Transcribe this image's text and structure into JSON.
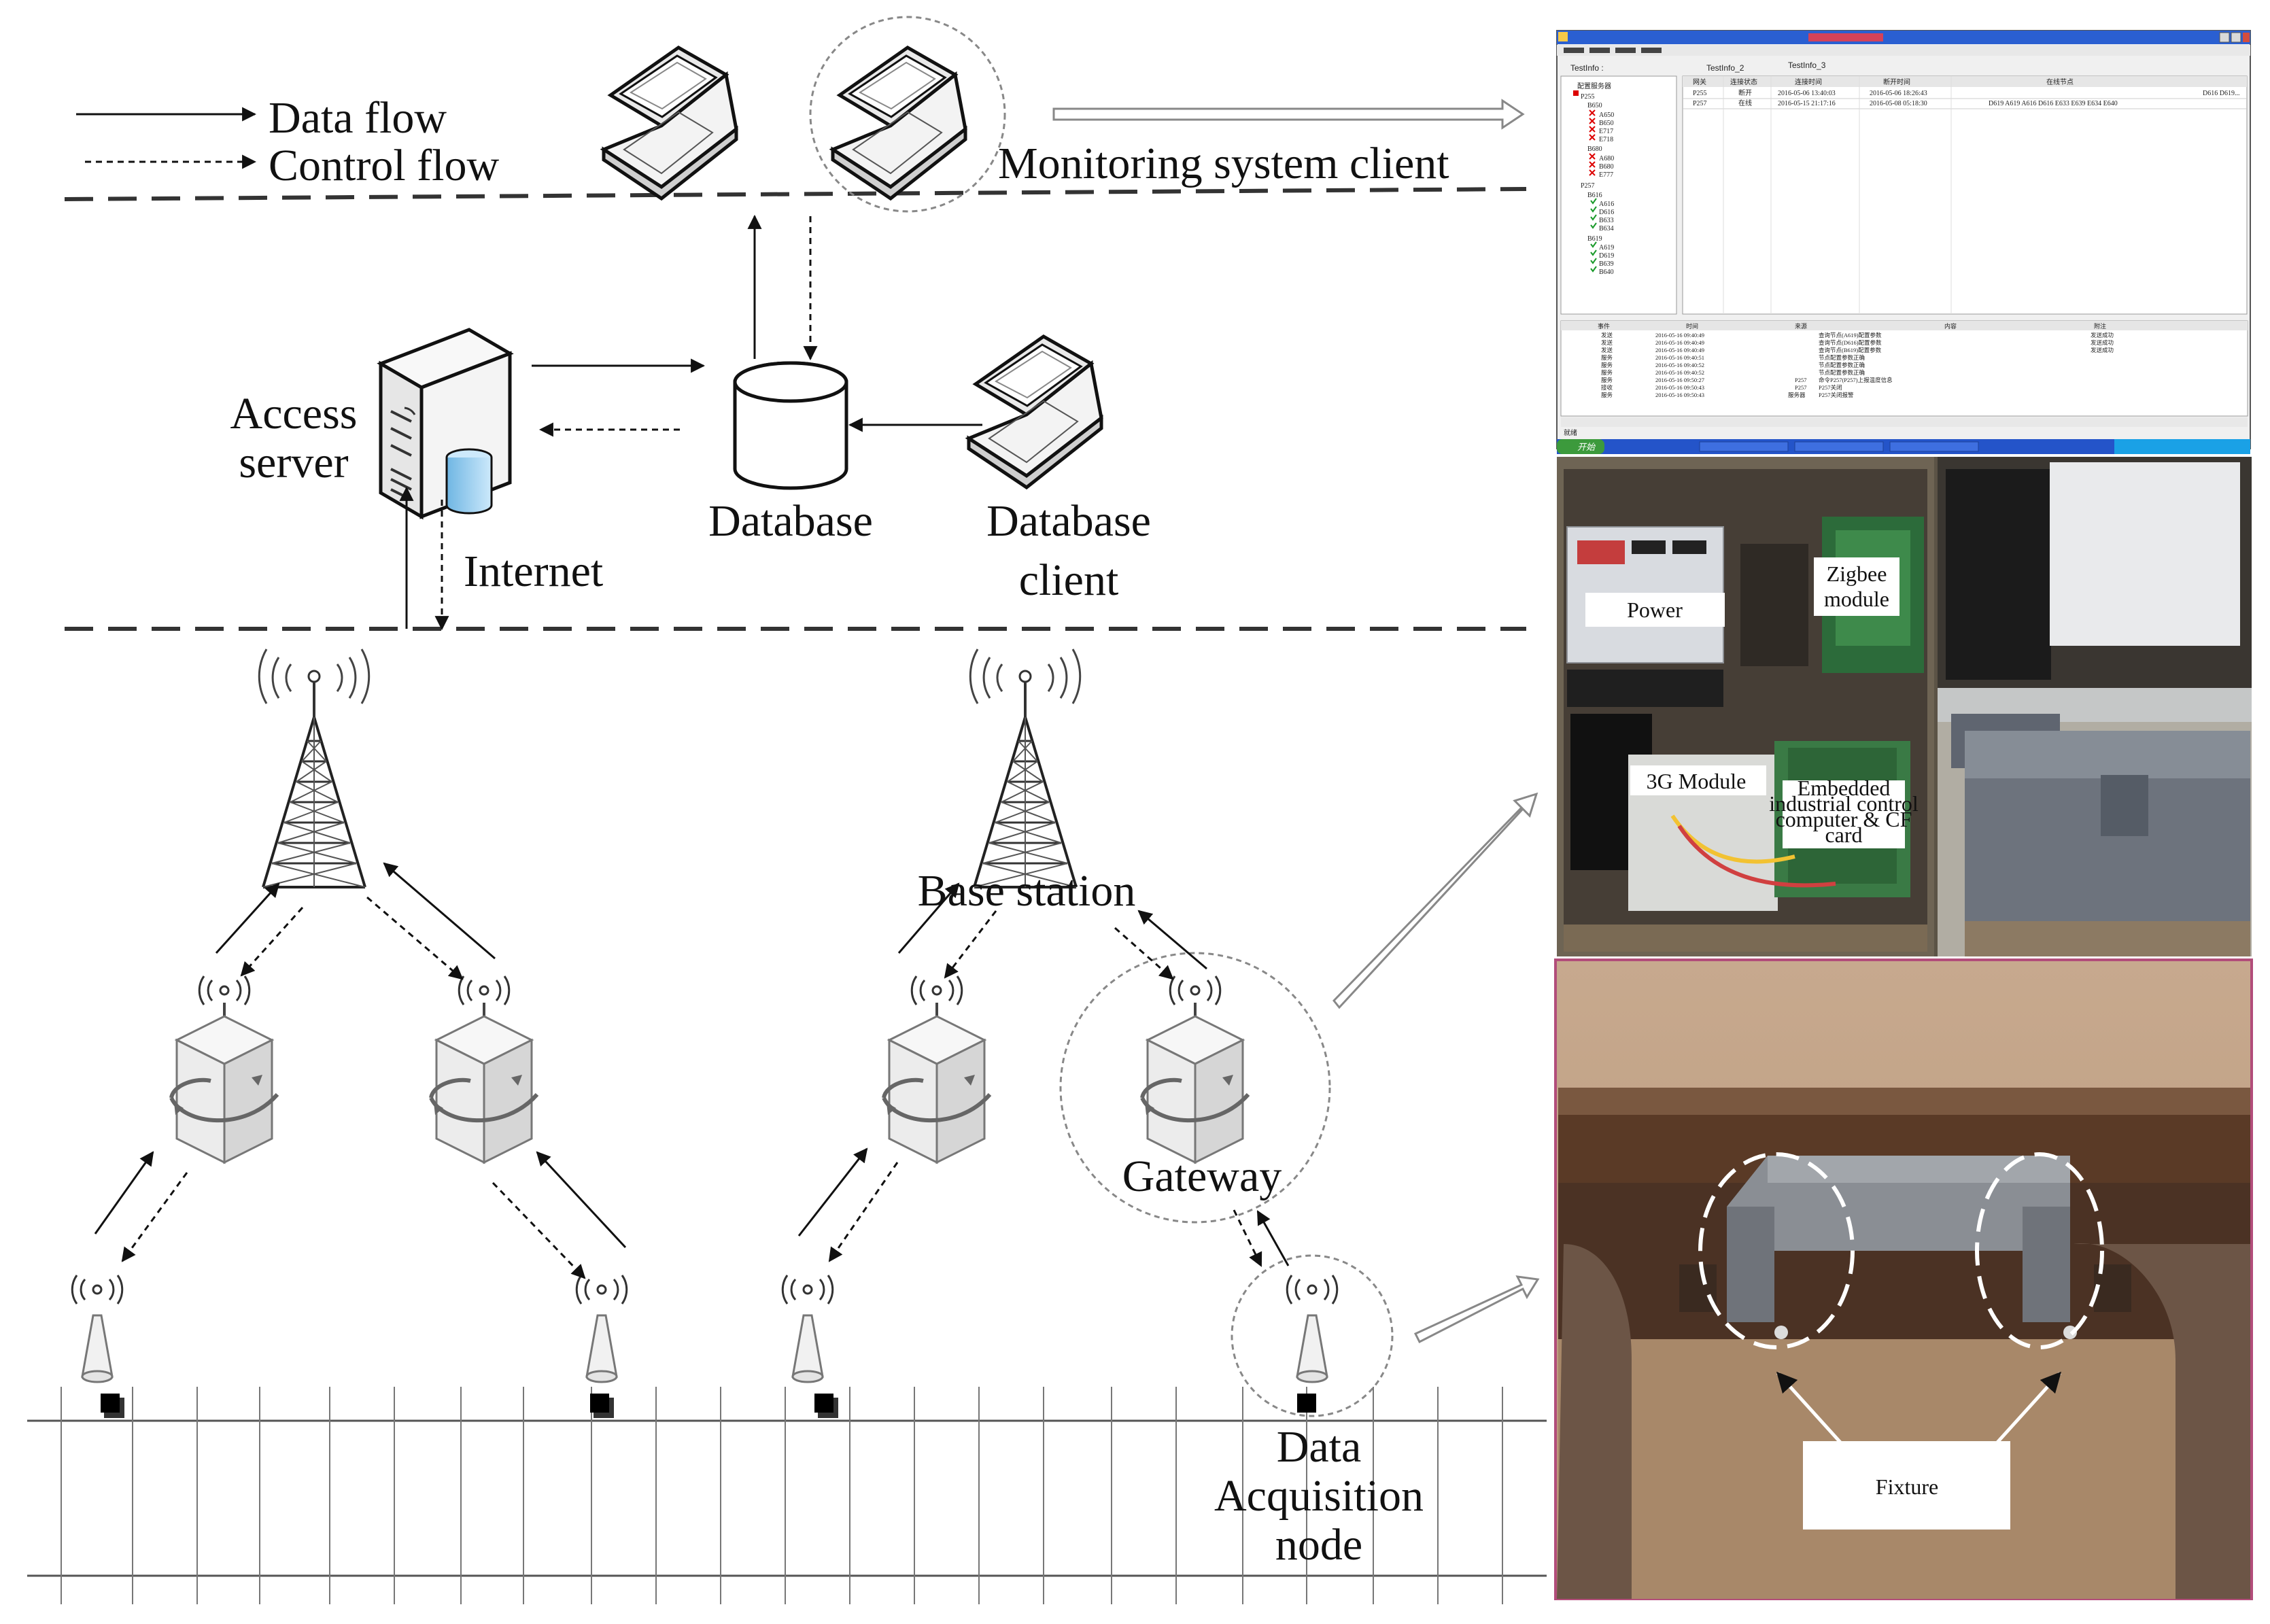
{
  "legend": {
    "data_flow": "Data flow",
    "control_flow": "Control flow"
  },
  "labels": {
    "monitoring_client": "Monitoring system client",
    "access_server_line1": "Access",
    "access_server_line2": "server",
    "database": "Database",
    "database_client_line1": "Database",
    "database_client_line2": "client",
    "internet": "Internet",
    "base_station": "Base station",
    "gateway": "Gateway",
    "data_acq_line1": "Data",
    "data_acq_line2": "Acquisition",
    "data_acq_line3": "node"
  },
  "photo_labels": {
    "power": "Power",
    "zigbee_line1": "Zigbee",
    "zigbee_line2": "module",
    "module_3g": "3G Module",
    "embedded_line1": "Embedded",
    "embedded_line2": "industrial control",
    "embedded_line3": "computer & CF",
    "embedded_line4": "card",
    "fixture": "Fixture"
  },
  "screenshot": {
    "tab1": "TestInfo_2",
    "tab2": "TestInfo_3",
    "left_label": "TestInfo :",
    "columns": [
      "网关",
      "连接状态",
      "连接时间",
      "断开时间",
      "在线节点"
    ],
    "rows": [
      [
        "P255",
        "断开",
        "2016-05-06 13:40:03",
        "2016-05-06 18:26:43",
        "D616 D619..."
      ],
      [
        "P257",
        "在线",
        "2016-05-15 21:17:16",
        "2016-05-08 05:18:30",
        "D619 A619 A616 D616 E633 E639 E634 E640"
      ]
    ],
    "tree": [
      "配置服务器",
      "P255",
      "B650",
      "A650",
      "B650",
      "E717",
      "E718",
      "B680",
      "A680",
      "B680",
      "E777",
      "P257",
      "B616",
      "A616",
      "D616",
      "B633",
      "B634",
      "B619",
      "A619",
      "D619",
      "B639",
      "B640"
    ],
    "log_columns": [
      "事件",
      "时间",
      "来源",
      "内容",
      "附注"
    ],
    "log_rows": [
      [
        "发送",
        "2016-05-16 09:40:49",
        "",
        "查询节点(A619)配置参数",
        "发送成功"
      ],
      [
        "发送",
        "2016-05-16 09:40:49",
        "",
        "查询节点(D616)配置参数",
        "发送成功"
      ],
      [
        "发送",
        "2016-05-16 09:40:49",
        "",
        "查询节点(B619)配置参数",
        "发送成功"
      ],
      [
        "服务",
        "2016-05-16 09:40:51",
        "",
        "节点配置参数正确",
        ""
      ],
      [
        "服务",
        "2016-05-16 09:40:52",
        "",
        "节点配置参数正确",
        ""
      ],
      [
        "服务",
        "2016-05-16 09:40:52",
        "",
        "节点配置参数正确",
        ""
      ],
      [
        "服务",
        "2016-05-16 09:50:27",
        "P257",
        "命令P257(P257)上报温度信息",
        ""
      ],
      [
        "接收",
        "2016-05-16 09:50:43",
        "P257",
        "P257关闭",
        ""
      ],
      [
        "服务",
        "2016-05-16 09:50:43",
        "服务器",
        "P257关闭报警",
        ""
      ]
    ],
    "status_left": "就绪",
    "taskbar_start": "开始"
  },
  "colors": {
    "line": "#111111",
    "ground": "#c8a98c",
    "rail": "#5b3b26",
    "box_metal": "#8d9299"
  }
}
